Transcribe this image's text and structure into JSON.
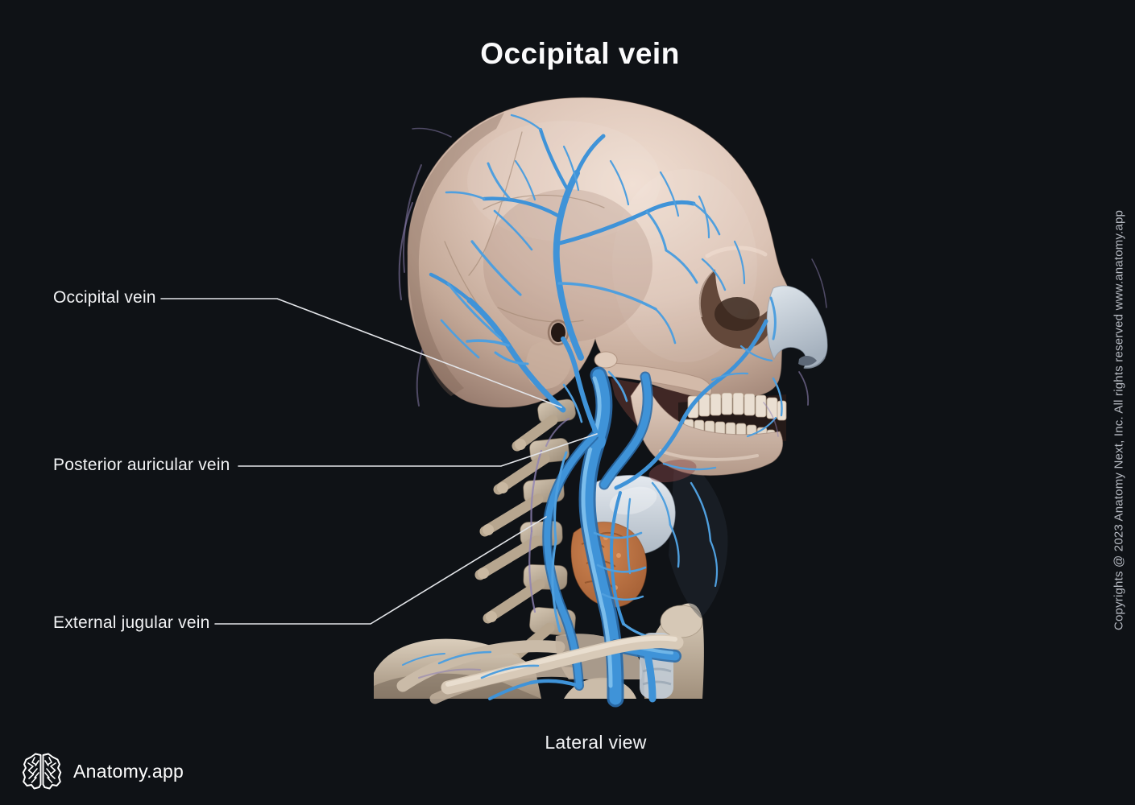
{
  "page": {
    "title": "Occipital vein",
    "view_caption": "Lateral view",
    "brand_name": "Anatomy.app",
    "copyright_text": "Copyrights @ 2023 Anatomy Next, Inc. All rights reserved www.anatomy.app",
    "background_color": "#0f1216",
    "text_color": "#f2f3f5",
    "muted_text_color": "#b7bbc3",
    "leader_line_color": "#e3e5e9",
    "vein_accent_color": "#3f93d8",
    "bone_color": "#d7c1b2"
  },
  "labels": [
    {
      "text": "Occipital vein"
    },
    {
      "text": "Posterior auricular vein"
    },
    {
      "text": "External jugular vein"
    }
  ],
  "illustration": {
    "name": "skull-and-neck-lateral-view-with-superficial-veins"
  }
}
